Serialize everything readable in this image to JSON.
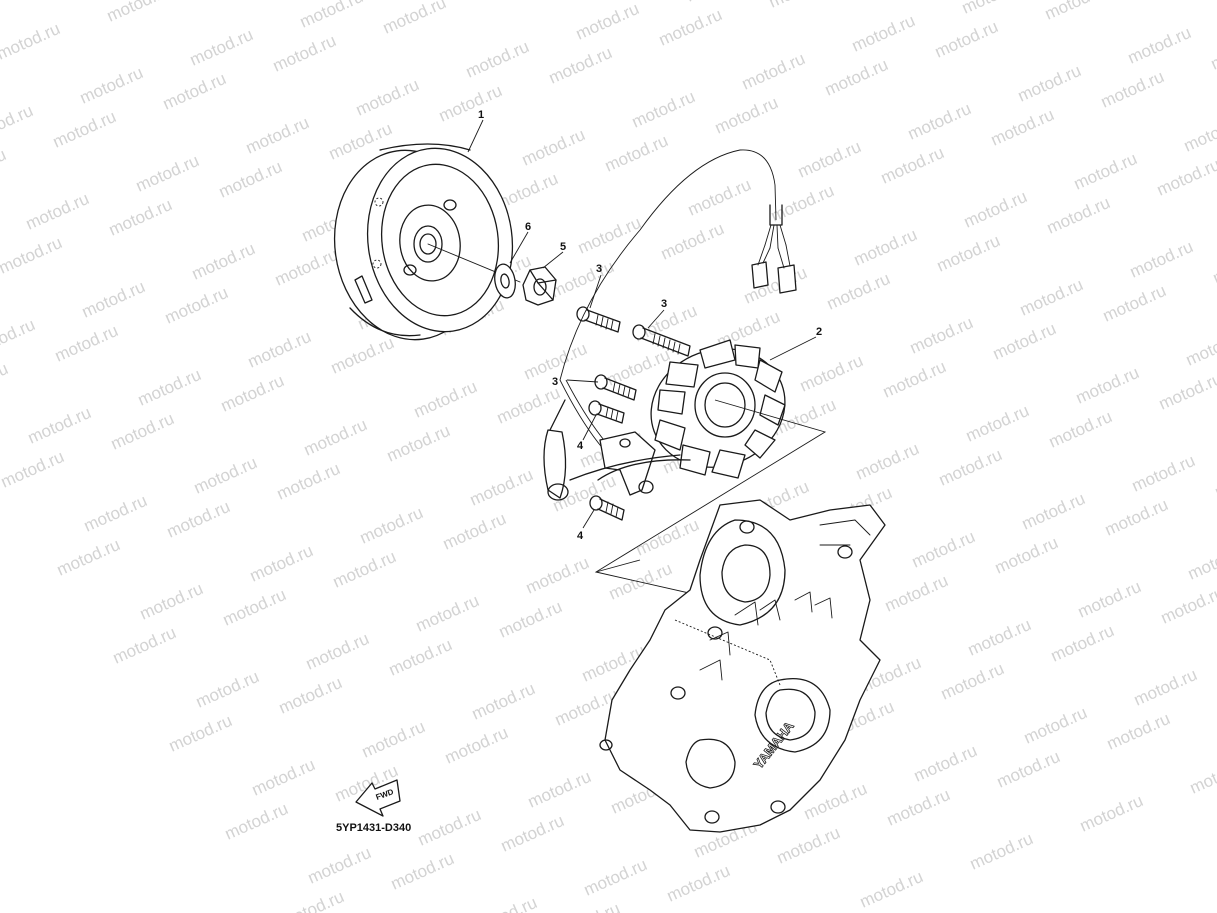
{
  "watermark": {
    "text": "motod.ru"
  },
  "callouts": [
    {
      "id": "1",
      "label": "1"
    },
    {
      "id": "2",
      "label": "2"
    },
    {
      "id": "3a",
      "label": "3"
    },
    {
      "id": "3b",
      "label": "3"
    },
    {
      "id": "3c",
      "label": "3"
    },
    {
      "id": "4a",
      "label": "4"
    },
    {
      "id": "4b",
      "label": "4"
    },
    {
      "id": "5",
      "label": "5"
    },
    {
      "id": "6",
      "label": "6"
    }
  ],
  "fwd_label": "FWD",
  "case_brand": "YAMAHA",
  "diagram_code": "5YP1431-D340"
}
